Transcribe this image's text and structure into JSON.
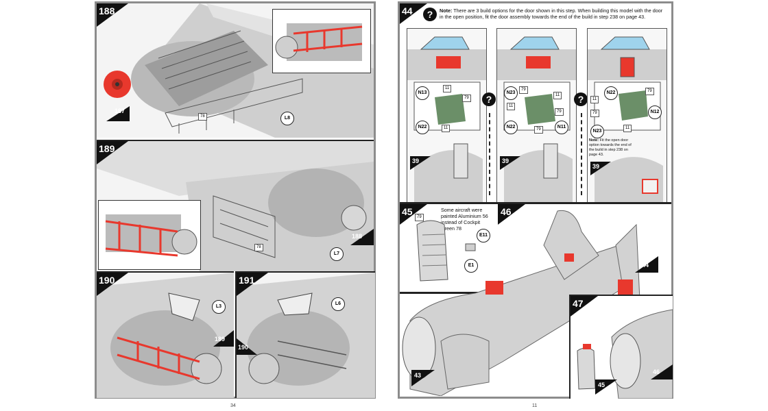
{
  "left_page": {
    "page_number": "34",
    "steps": [
      {
        "number": "188",
        "ref_step": "187",
        "callouts": [
          "L8"
        ],
        "paint_codes": [
          "78"
        ]
      },
      {
        "number": "189",
        "ref_step": "188",
        "callouts": [
          "L7"
        ],
        "paint_codes": [
          "78"
        ]
      },
      {
        "number": "190",
        "ref_step": "189",
        "callouts": [
          "L3"
        ]
      },
      {
        "number": "191",
        "ref_step": "190",
        "callouts": [
          "L6"
        ]
      }
    ]
  },
  "right_page": {
    "page_number": "11",
    "step44": {
      "number": "44",
      "note_label": "Note:",
      "note_text": "There are 3 build options for the door shown in this step. When building this model with the door in the open position, fit the door assembly towards the end of the build in step 238 on page 43.",
      "options": [
        {
          "callouts": [
            "N13",
            "N22"
          ],
          "paint_codes": [
            "11",
            "79",
            "11"
          ],
          "ref_step": "39"
        },
        {
          "callouts": [
            "N23",
            "N22",
            "N11"
          ],
          "paint_codes": [
            "79",
            "11",
            "11",
            "79",
            "79"
          ],
          "ref_step": "39"
        },
        {
          "callouts": [
            "N22",
            "N12",
            "N23"
          ],
          "paint_codes": [
            "11",
            "79",
            "79",
            "11"
          ],
          "ref_step": "39",
          "note_label": "Note:",
          "note_text": "Fit the open door option towards the end of the build in step 238 on page 43."
        }
      ]
    },
    "step45": {
      "number": "45",
      "note": "Some aircraft were painted Aluminium 56 instead of Cockpit Green 78",
      "callouts": [
        "E11",
        "E1"
      ],
      "paint_codes": [
        "79"
      ]
    },
    "step46": {
      "number": "46",
      "ref_steps": [
        "44",
        "43"
      ]
    },
    "step47": {
      "number": "47",
      "ref_steps": [
        "46",
        "45"
      ]
    }
  },
  "colors": {
    "highlight_red": "#e8382d",
    "part_grey": "#c9c9c9",
    "frame_grey": "#8c8c8c",
    "badge_black": "#111111",
    "clear_blue": "#9fd3ec",
    "green_part": "#6b8f68"
  }
}
